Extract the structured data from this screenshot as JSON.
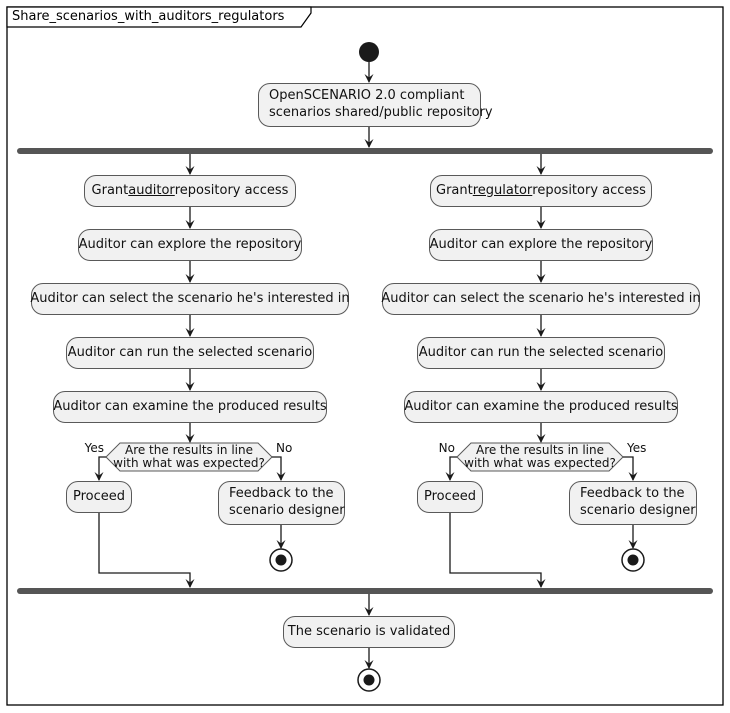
{
  "frame": {
    "title": "Share_scenarios_with_auditors_regulators"
  },
  "colors": {
    "bar": "#555555",
    "node_fill": "#F1F1F1",
    "node_border": "#595959",
    "edge": "#1A1A1A"
  },
  "initial_activity": {
    "lines": [
      "OpenSCENARIO 2.0 compliant",
      "scenarios shared/public repository"
    ]
  },
  "branches": [
    {
      "id": "auditor",
      "grant": {
        "pre": "Grant ",
        "word": "auditor",
        "post": " repository access"
      },
      "steps": [
        "Auditor can explore the repository",
        "Auditor can select the scenario he's interested in",
        "Auditor can run the selected scenario",
        "Auditor can examine the produced results"
      ],
      "decision": {
        "lines": [
          "Are the results in line",
          "with what was expected?"
        ],
        "left_label": "Yes",
        "right_label": "No"
      },
      "proceed_label": "Proceed",
      "feedback": {
        "lines": [
          "Feedback to the",
          "scenario designer"
        ]
      }
    },
    {
      "id": "regulator",
      "grant": {
        "pre": "Grant ",
        "word": "regulator",
        "post": " repository access"
      },
      "steps": [
        "Auditor can explore the repository",
        "Auditor can select the scenario he's interested in",
        "Auditor can run the selected scenario",
        "Auditor can examine the produced results"
      ],
      "decision": {
        "lines": [
          "Are the results in line",
          "with what was expected?"
        ],
        "left_label": "No",
        "right_label": "Yes"
      },
      "proceed_label": "Proceed",
      "feedback": {
        "lines": [
          "Feedback to the",
          "scenario designer"
        ]
      }
    }
  ],
  "final_activity": "The scenario is validated"
}
